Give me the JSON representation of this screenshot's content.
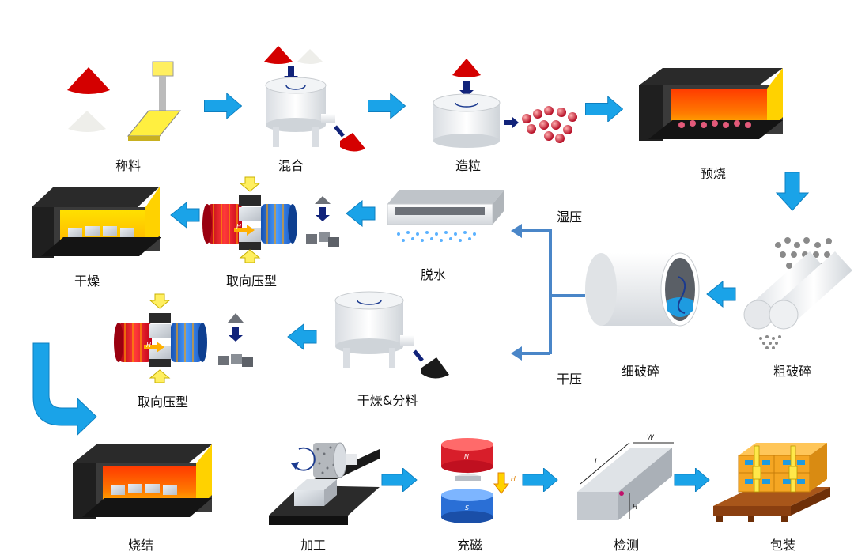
{
  "steps": {
    "weighing": "称料",
    "mixing": "混合",
    "granulation": "造粒",
    "presintering": "预烧",
    "coarse_crushing": "粗破碎",
    "fine_crushing": "细破碎",
    "wet_pressing": "湿压",
    "dry_pressing": "干压",
    "dewatering": "脱水",
    "oriented_pressing_wet": "取向压型",
    "drying_wet": "干燥",
    "drying_dispensing": "干燥&分料",
    "oriented_pressing_dry": "取向压型",
    "sintering": "烧结",
    "machining": "加工",
    "magnetizing": "充磁",
    "inspection": "检测",
    "packaging": "包装"
  },
  "symbols": {
    "field": "H",
    "north_pole": "N",
    "south_pole": "S",
    "length": "L",
    "width": "W",
    "height": "H"
  },
  "colors": {
    "flow_arrow": "#1aa3e8",
    "branch_line": "#4a86c8",
    "press_arrow": "#11237a",
    "powder_red": "#d40000",
    "furnace_hot": "#ff5a00",
    "furnace_yellow": "#ffd200",
    "magnet_n": "#e8202a",
    "magnet_s": "#2a6fd6",
    "box_orange": "#f5a623"
  }
}
